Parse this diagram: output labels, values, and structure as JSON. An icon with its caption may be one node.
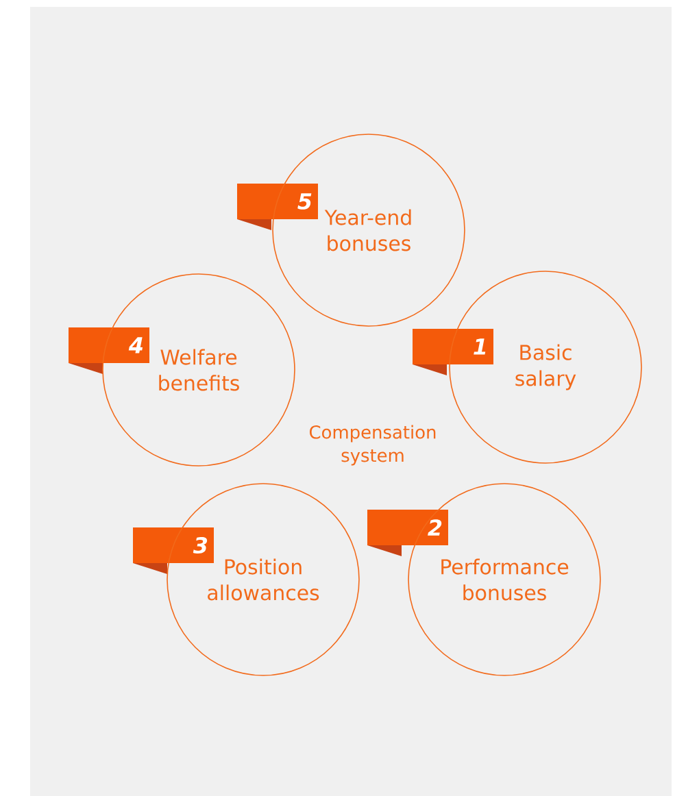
{
  "diagram": {
    "nodes": [
      {
        "text": [
          "5"
        ]
      },
      {
        "text": [
          "Year-end bonuses"
        ]
      },
      {
        "text": [
          "4"
        ]
      },
      {
        "text": [
          "Welfare benefits"
        ]
      },
      {
        "text": [
          "1"
        ]
      },
      {
        "text": [
          "Basic salary"
        ]
      },
      {
        "text": [
          "3"
        ]
      },
      {
        "text": [
          "Position allowances"
        ]
      },
      {
        "text": [
          "2"
        ]
      },
      {
        "text": [
          "Performance bonuses"
        ]
      }
    ],
    "labels": [
      "Compensation system"
    ]
  }
}
